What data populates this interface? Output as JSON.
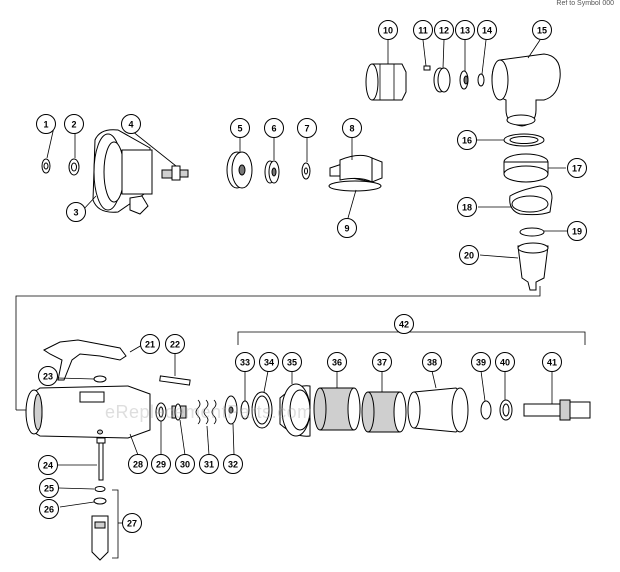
{
  "header_note": "Ref to Symbol 000",
  "watermark": "eReplacementParts.com",
  "callouts": [
    {
      "label": "1"
    },
    {
      "label": "2"
    },
    {
      "label": "3"
    },
    {
      "label": "4"
    },
    {
      "label": "5"
    },
    {
      "label": "6"
    },
    {
      "label": "7"
    },
    {
      "label": "8"
    },
    {
      "label": "9"
    },
    {
      "label": "10"
    },
    {
      "label": "11"
    },
    {
      "label": "12"
    },
    {
      "label": "13"
    },
    {
      "label": "14"
    },
    {
      "label": "15"
    },
    {
      "label": "16"
    },
    {
      "label": "17"
    },
    {
      "label": "18"
    },
    {
      "label": "19"
    },
    {
      "label": "20"
    },
    {
      "label": "21"
    },
    {
      "label": "22"
    },
    {
      "label": "23"
    },
    {
      "label": "24"
    },
    {
      "label": "25"
    },
    {
      "label": "26"
    },
    {
      "label": "27"
    },
    {
      "label": "28"
    },
    {
      "label": "29"
    },
    {
      "label": "30"
    },
    {
      "label": "31"
    },
    {
      "label": "32"
    },
    {
      "label": "33"
    },
    {
      "label": "34"
    },
    {
      "label": "35"
    },
    {
      "label": "36"
    },
    {
      "label": "37"
    },
    {
      "label": "38"
    },
    {
      "label": "39"
    },
    {
      "label": "40"
    },
    {
      "label": "41"
    },
    {
      "label": "42"
    }
  ]
}
